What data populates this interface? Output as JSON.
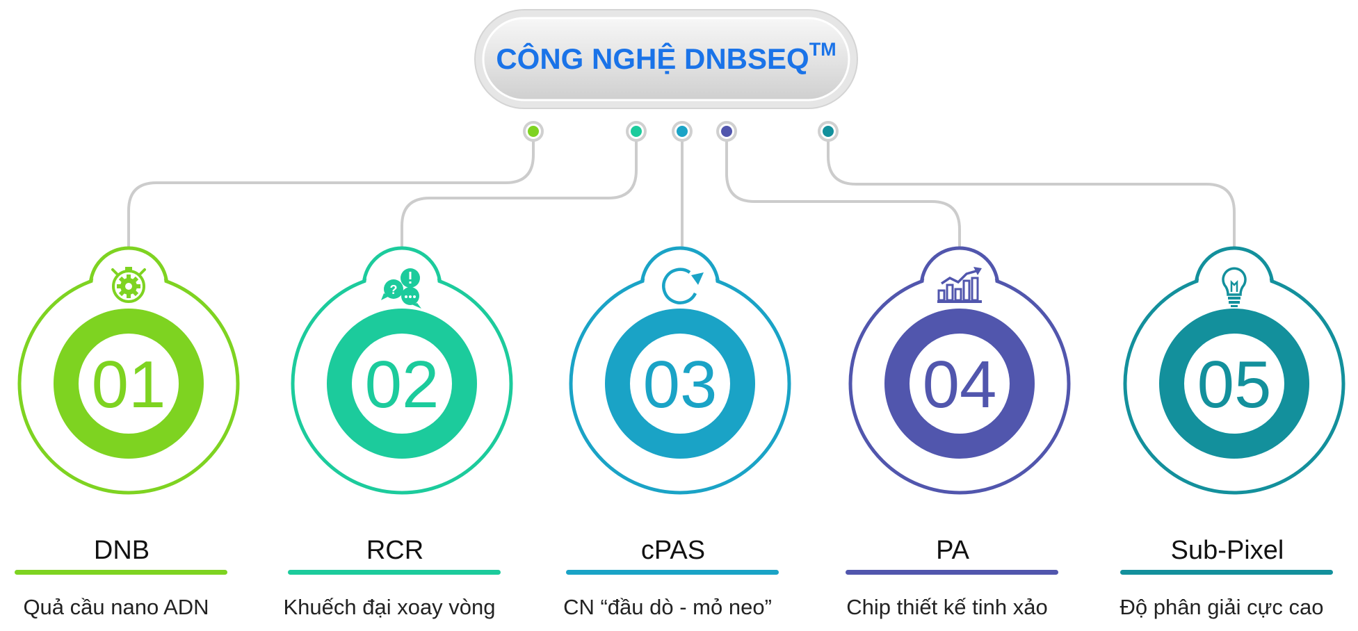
{
  "header": {
    "title": "CÔNG NGHỆ DNBSEQ",
    "trademark": "TM",
    "title_color": "#1a73e8"
  },
  "steps": [
    {
      "number": "01",
      "name": "DNB",
      "description": "Quả cầu nano ADN",
      "color": "#7ed321",
      "icon": "stopwatch-gear-icon"
    },
    {
      "number": "02",
      "name": "RCR",
      "description": "Khuếch đại xoay vòng",
      "color": "#1ccb9c",
      "icon": "speech-bubbles-icon"
    },
    {
      "number": "03",
      "name": "cPAS",
      "description": "CN “đầu dò - mỏ neo”",
      "color": "#1aa3c6",
      "icon": "rotate-arrow-icon"
    },
    {
      "number": "04",
      "name": "PA",
      "description": "Chip thiết kế tinh xảo",
      "color": "#5156ad",
      "icon": "bar-chart-trend-icon"
    },
    {
      "number": "05",
      "name": "Sub-Pixel",
      "description": "Độ phân giải cực cao",
      "color": "#13909c",
      "icon": "light-bulb-icon"
    }
  ]
}
